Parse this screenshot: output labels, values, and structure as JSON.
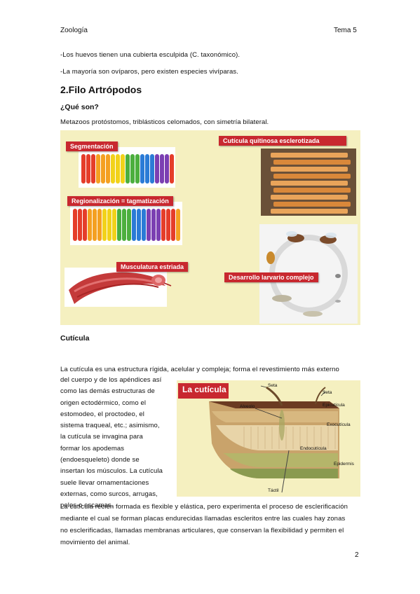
{
  "header": {
    "subject": "Zoología",
    "topic": "Tema 5"
  },
  "intro_lines": [
    "-Los huevos tienen una cubierta esculpida (C. taxonómico).",
    "-La mayoría son ovíparos, pero existen especies vivíparas."
  ],
  "section": {
    "title": "2.Filo Artrópodos",
    "question": "¿Qué son?",
    "definition": "Metazoos protóstomos, triblásticos celomados, con simetría bilateral."
  },
  "figure1": {
    "labels": {
      "segmentacion": "Segmentación",
      "regionalizacion": "Regionalización = tagmatización",
      "musculatura": "Musculatura estriada",
      "cuticula": "Cutícula quitinosa esclerotizada",
      "desarrollo": "Desarrollo larvario complejo"
    },
    "colors": {
      "background": "#f5f0c0",
      "label_red": "#c8282f"
    }
  },
  "cuticula": {
    "heading": "Cutícula",
    "para1_first_line": "La cutícula es una estructura rígida, acelular y compleja; forma el revestimiento más externo",
    "para1_wrapped": [
      "del cuerpo y de los apéndices así",
      "como las demás estructuras de",
      "origen ectodérmico, como el",
      "estomodeo, el proctodeo, el",
      "sistema traqueal, etc.; asimismo,",
      "la cutícula se invagina para",
      "formar los apodemas",
      "(endoesqueleto) donde se",
      "insertan los músculos. La cutícula",
      "suele llevar ornamentaciones",
      "externas, como surcos, arrugas,",
      "pelos o escamas."
    ],
    "para2": [
      "La cutícula recién formada es flexible y elástica, pero experimenta el proceso de esclerificación",
      "mediante el cual se forman placas endurecidas llamadas escleritos entre las cuales hay zonas",
      "no esclerificadas, llamadas membranas articulares, que conservan la flexibilidad y permiten el",
      "movimiento del animal."
    ],
    "figure2": {
      "title": "La cutícula",
      "labels": {
        "seta1": "Seta",
        "seta2": "Seta",
        "alveolo": "Alveolo",
        "epicuticula": "Epicutícula",
        "exocuticula": "Exocutícula",
        "endocuticula": "Endocutícula",
        "epidermis": "Epidermis",
        "tactil": "Táctil"
      }
    }
  },
  "page_number": "2"
}
